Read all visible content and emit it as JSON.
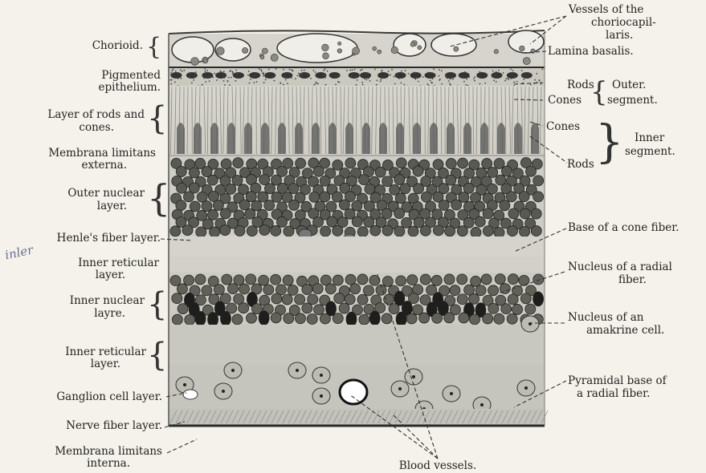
{
  "left_labels": {
    "chorioid": "Chorioid.",
    "pigmented_1": "Pigmented",
    "pigmented_2": "epithelium.",
    "rods_cones_1": "Layer of rods and",
    "rods_cones_2": "cones.",
    "mle_1": "Membrana limitans",
    "mle_2": "externa.",
    "onl_1": "Outer nuclear",
    "onl_2": "layer.",
    "henle": "Henle's fiber layer.",
    "irl1_1": "Inner  reticular",
    "irl1_2": "layer.",
    "inl_1": "Inner  nuclear",
    "inl_2": "layre.",
    "irl2_1": "Inner reticular",
    "irl2_2": "layer.",
    "ganglion": "Ganglion cell layer.",
    "nerve": "Nerve fiber layer.",
    "mli_1": "Membrana limitans",
    "mli_2": "interna."
  },
  "right_labels": {
    "vessels_1": "Vessels  of  the",
    "vessels_2": "choriocapil-",
    "vessels_3": "laris.",
    "lamina": "Lamina basalis.",
    "rods": "Rods",
    "cones": "Cones",
    "outer_1": "Outer.",
    "outer_2": "segment.",
    "cones2": "Cones",
    "rods2": "Rods",
    "inner_1": "Inner",
    "inner_2": "segment.",
    "cone_fiber": "Base of a cone fiber.",
    "radial_1": "Nucleus of a radial",
    "radial_2": "fiber.",
    "amakrine_1": "Nucleus of an",
    "amakrine_2": "amakrine cell.",
    "pyramidal_1": "Pyramidal base of",
    "pyramidal_2": "a radial fiber."
  },
  "bottom_label": "Blood vessels.",
  "handwritten_note": "inler"
}
